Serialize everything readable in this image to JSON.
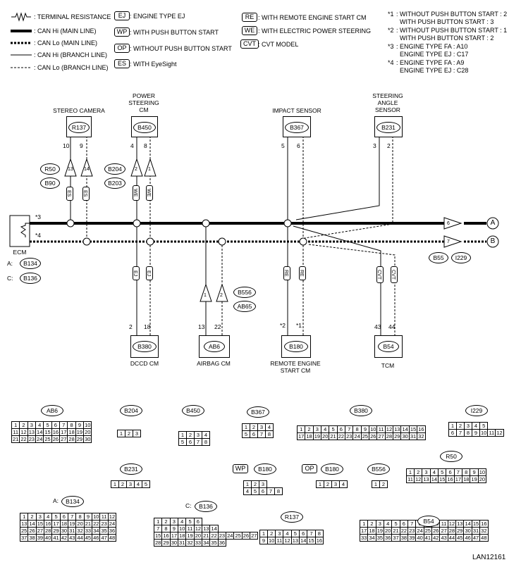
{
  "legend": {
    "terminal_resistance": ": TERMINAL RESISTANCE",
    "can_hi_main": ": CAN Hi (MAIN LINE)",
    "can_lo_main": ": CAN Lo (MAIN LINE)",
    "can_hi_branch": ": CAN Hi (BRANCH LINE)",
    "can_lo_branch": ": CAN Lo (BRANCH LINE)",
    "ej_code": "EJ",
    "ej_text": ": ENGINE TYPE EJ",
    "wp_code": "WP",
    "wp_text": ": WITH PUSH BUTTON START",
    "op_code": "OP",
    "op_text": ": WITHOUT PUSH BUTTON START",
    "es_code": "ES",
    "es_text": ": WITH EyeSight",
    "re_code": "RE",
    "re_text": ": WITH REMOTE ENGINE START CM",
    "we_code": "WE",
    "we_text": ": WITH ELECTRIC POWER STEERING",
    "cvt_code": "CVT",
    "cvt_text": ": CVT MODEL",
    "note1_mark": "*1",
    "note1_text": ": WITHOUT PUSH BUTTON START : 2\n  WITH PUSH BUTTON START : 3",
    "note2_mark": "*2",
    "note2_text": ": WITHOUT PUSH BUTTON START : 1\n  WITH PUSH BUTTON START : 2",
    "note3_mark": "*3",
    "note3_text": ": ENGINE TYPE FA : A10\n  ENGINE TYPE EJ : C17",
    "note4_mark": "*4",
    "note4_text": ": ENGINE TYPE FA : A9\n  ENGINE TYPE EJ : C28"
  },
  "components": {
    "stereo_camera": {
      "label": "STEREO CAMERA",
      "code": "R137",
      "pins": [
        "10",
        "9"
      ]
    },
    "power_steering": {
      "label": "POWER\nSTEERING\nCM",
      "code": "B450",
      "pins": [
        "4",
        "8"
      ]
    },
    "impact_sensor": {
      "label": "IMPACT SENSOR",
      "code": "B367",
      "pins": [
        "5",
        "6"
      ]
    },
    "steering_angle": {
      "label": "STEERING\nANGLE\nSENSOR",
      "code": "B231",
      "pins": [
        "3",
        "2"
      ]
    },
    "ecm": {
      "label": "ECM",
      "a_label": "A:",
      "a_code": "B134",
      "c_label": "C:",
      "c_code": "B136",
      "pin_hi": "*3",
      "pin_lo": "*4"
    },
    "dccd": {
      "label": "DCCD CM",
      "code": "B380",
      "pins": [
        "2",
        "18"
      ]
    },
    "airbag": {
      "label": "AIRBAG CM",
      "code": "AB6",
      "pins": [
        "13",
        "22"
      ]
    },
    "remote": {
      "label": "REMOTE ENGINE\nSTART CM",
      "code": "B180",
      "pins": [
        "*2",
        "*1"
      ]
    },
    "tcm": {
      "label": "TCM",
      "code": "B54",
      "pins": [
        "43",
        "44"
      ]
    }
  },
  "joints": {
    "r50": "R50",
    "b90": "B90",
    "r50_pins": [
      "13",
      "14"
    ],
    "b204": "B204",
    "b203": "B203",
    "b204_pins": [
      "2",
      "1"
    ],
    "b556": "B556",
    "ab65": "AB65",
    "b556_pins": [
      "1",
      "2"
    ],
    "b55": "B55",
    "i229": "I229",
    "b55_pins": [
      "6",
      "7"
    ]
  },
  "branch_tags": {
    "es": "ES",
    "we": "WE",
    "ej": "EJ",
    "re": "RE",
    "cvt": "CVT"
  },
  "terminals": {
    "a": "A",
    "b": "B"
  },
  "connectors": {
    "ab6": {
      "code": "AB6",
      "rows": [
        [
          "1",
          "2",
          "3",
          "4",
          "5",
          "6",
          "7",
          "8",
          "9",
          "10"
        ],
        [
          "11",
          "12",
          "13",
          "14",
          "15",
          "16",
          "17",
          "18",
          "19",
          "20"
        ],
        [
          "21",
          "22",
          "23",
          "24",
          "25",
          "26",
          "27",
          "28",
          "29",
          "30"
        ]
      ]
    },
    "b204": {
      "code": "B204",
      "rows": [
        [
          "1",
          "2",
          "3"
        ]
      ]
    },
    "b450": {
      "code": "B450",
      "rows": [
        [
          "1",
          "2",
          "3",
          "4"
        ],
        [
          "5",
          "6",
          "7",
          "8"
        ]
      ]
    },
    "b367": {
      "code": "B367",
      "rows": [
        [
          "1",
          "2",
          "3",
          "4"
        ],
        [
          "5",
          "6",
          "7",
          "8"
        ]
      ]
    },
    "b380": {
      "code": "B380",
      "rows": [
        [
          "1",
          "2",
          "3",
          "4",
          "5",
          "6",
          "7",
          "8",
          "9",
          "10",
          "11",
          "12",
          "13",
          "14",
          "15",
          "16"
        ],
        [
          "17",
          "18",
          "19",
          "20",
          "21",
          "22",
          "23",
          "24",
          "25",
          "26",
          "27",
          "28",
          "29",
          "30",
          "31",
          "32"
        ]
      ]
    },
    "i229": {
      "code": "I229",
      "rows": [
        [
          "1",
          "2",
          "3",
          "4",
          "5"
        ],
        [
          "6",
          "7",
          "8",
          "9",
          "10",
          "11",
          "12"
        ]
      ]
    },
    "b231": {
      "code": "B231",
      "rows": [
        [
          "1",
          "2",
          "3",
          "4",
          "5"
        ]
      ]
    },
    "wp": "WP",
    "b180": {
      "code": "B180",
      "rows": [
        [
          "1",
          "2",
          "3"
        ],
        [
          "4",
          "5",
          "6",
          "7",
          "8"
        ]
      ]
    },
    "op": "OP",
    "b180b": {
      "code": "B180",
      "rows": [
        [
          "1",
          "2",
          "3",
          "4"
        ]
      ]
    },
    "b556c": {
      "code": "B556",
      "rows": [
        [
          "1",
          "2"
        ]
      ]
    },
    "r50c": {
      "code": "R50",
      "rows": [
        [
          "1",
          "2",
          "3",
          "4",
          "5",
          "6",
          "7",
          "8",
          "9",
          "10"
        ],
        [
          "11",
          "12",
          "13",
          "14",
          "15",
          "16",
          "17",
          "18",
          "19",
          "20"
        ]
      ]
    },
    "b134": {
      "prefix": "A:",
      "code": "B134",
      "rows": [
        [
          "1",
          "2",
          "3",
          "4",
          "5",
          "6",
          "7",
          "8",
          "9",
          "10",
          "11",
          "12"
        ],
        [
          "13",
          "14",
          "15",
          "16",
          "17",
          "18",
          "19",
          "20",
          "21",
          "22",
          "23",
          "24"
        ],
        [
          "25",
          "26",
          "27",
          "28",
          "29",
          "30",
          "31",
          "32",
          "33",
          "34",
          "35",
          "36"
        ],
        [
          "37",
          "38",
          "39",
          "40",
          "41",
          "42",
          "43",
          "44",
          "45",
          "46",
          "47",
          "48"
        ]
      ]
    },
    "b136": {
      "prefix": "C:",
      "code": "B136",
      "rows": [
        [
          "1",
          "2",
          "3",
          "4",
          "5",
          "6"
        ],
        [
          "7",
          "8",
          "9",
          "10",
          "11",
          "12",
          "13",
          "14"
        ],
        [
          "15",
          "16",
          "17",
          "18",
          "19",
          "20",
          "21",
          "22",
          "23",
          "24",
          "25",
          "26",
          "27"
        ],
        [
          "28",
          "29",
          "30",
          "31",
          "32",
          "33",
          "34",
          "35",
          "36"
        ]
      ]
    },
    "r137": {
      "code": "R137",
      "rows": [
        [
          "1",
          "2",
          "3",
          "4",
          "5",
          "6",
          "7",
          "8"
        ],
        [
          "9",
          "10",
          "11",
          "12",
          "13",
          "14",
          "15",
          "16"
        ]
      ]
    },
    "b54": {
      "code": "B54",
      "rows": [
        [
          "1",
          "2",
          "3",
          "4",
          "5",
          "6",
          "7",
          "8",
          "9",
          "10",
          "11",
          "12",
          "13",
          "14",
          "15",
          "16"
        ],
        [
          "17",
          "18",
          "19",
          "20",
          "21",
          "22",
          "23",
          "24",
          "25",
          "26",
          "27",
          "28",
          "29",
          "30",
          "31",
          "32"
        ],
        [
          "33",
          "34",
          "35",
          "36",
          "37",
          "38",
          "39",
          "40",
          "41",
          "42",
          "43",
          "44",
          "45",
          "46",
          "47",
          "48"
        ]
      ]
    }
  },
  "figure_id": "LAN12161"
}
